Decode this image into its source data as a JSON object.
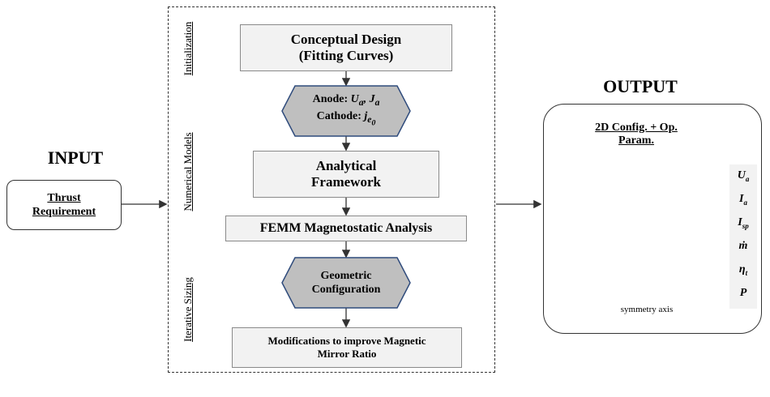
{
  "input": {
    "title": "INPUT",
    "box_line1": "Thrust",
    "box_line2": "Requirement"
  },
  "stages": {
    "initialization": "Initialization",
    "numerical_models": "Numerical Models",
    "iterative_sizing": "Iterative Sizing"
  },
  "process": {
    "conceptual_design_line1": "Conceptual Design",
    "conceptual_design_line2": "(Fitting Curves)",
    "anode_label": "Anode: ",
    "anode_symbol": "Ua, Ja",
    "cathode_label": "Cathode: ",
    "cathode_symbol": "je0",
    "analytical_line1": "Analytical",
    "analytical_line2": "Framework",
    "femm": "FEMM Magnetostatic Analysis",
    "geometric_line1": "Geometric",
    "geometric_line2": "Configuration",
    "modifications_line1": "Modifications to improve Magnetic",
    "modifications_line2": "Mirror Ratio"
  },
  "output": {
    "title": "OUTPUT",
    "subtitle_line1": "2D Config. + Op.",
    "subtitle_line2": "Param.",
    "symmetry_label": "symmetry axis",
    "parameters": [
      "Ua",
      "Ia",
      "Isp",
      "ṁ",
      "ηt",
      "P"
    ]
  },
  "colors": {
    "process_fill": "#f2f2f2",
    "hexagon_fill": "#bfbfbf",
    "hexagon_border": "#2f4b7c",
    "thruster_dark": "#4d4d4d",
    "thruster_channel": "#d9d9d9",
    "thruster_gold": "#b8860b"
  }
}
